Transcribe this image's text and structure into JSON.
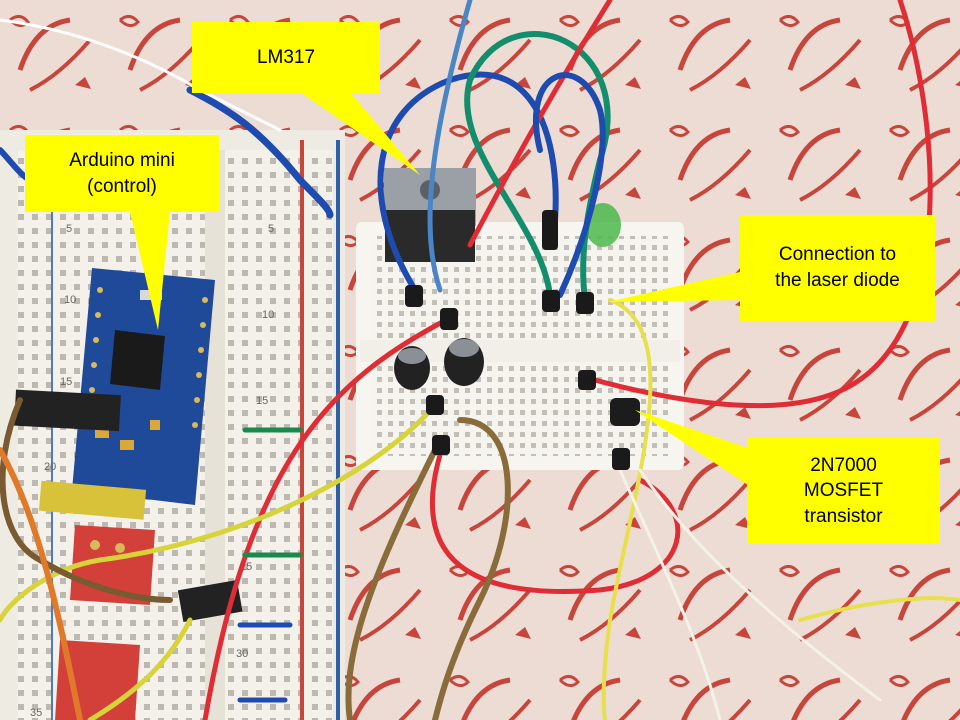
{
  "callouts": {
    "lm317": "LM317",
    "arduino": "Arduino mini\n(control)",
    "laser": "Connection to\nthe laser diode",
    "mosfet": "2N7000\nMOSFET\ntransistor"
  },
  "breadboard_numbers": [
    "5",
    "10",
    "15",
    "20",
    "25",
    "30",
    "35",
    "5",
    "10",
    "15"
  ],
  "colors": {
    "callout_fill": "#ffff00",
    "tablecloth": "#ecdcd4",
    "tablecloth_pattern": "#c8453c",
    "arduino_board": "#1f4a9a",
    "breadboard": "#f3f1ea"
  }
}
